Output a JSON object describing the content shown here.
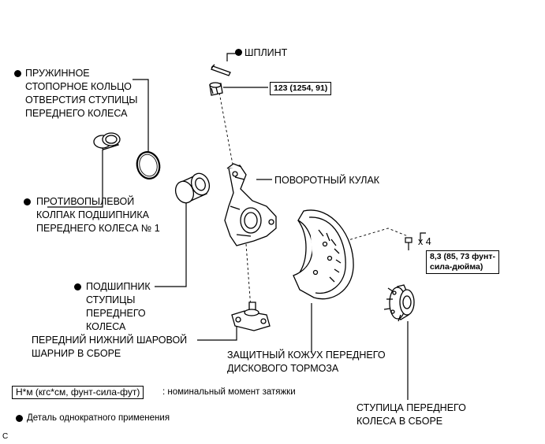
{
  "parts": {
    "cotter_pin": "ШПЛИНТ",
    "snap_ring": [
      "ПРУЖИННОЕ",
      "СТОПОРНОЕ КОЛЬЦО",
      "ОТВЕРСТИЯ СТУПИЦЫ",
      "ПЕРЕДНЕГО КОЛЕСА"
    ],
    "dust_cover": [
      "ПРОТИВОПЫЛЕВОЙ",
      "КОЛПАК ПОДШИПНИКА",
      "ПЕРЕДНЕГО КОЛЕСА № 1"
    ],
    "knuckle": "ПОВОРОТНЫЙ КУЛАК",
    "bearing": [
      "ПОДШИПНИК",
      "СТУПИЦЫ",
      "ПЕРЕДНЕГО",
      "КОЛЕСА"
    ],
    "ball_joint": [
      "ПЕРЕДНИЙ НИЖНИЙ ШАРОВОЙ",
      "ШАРНИР В СБОРЕ"
    ],
    "dust_shield": [
      "ЗАЩИТНЫЙ КОЖУХ ПЕРЕДНЕГО",
      "ДИСКОВОГО ТОРМОЗА"
    ],
    "hub": [
      "СТУПИЦА ПЕРЕДНЕГО",
      "КОЛЕСА В СБОРЕ"
    ]
  },
  "torque": {
    "nut": "123 (1254, 91)",
    "bolt": [
      "8,3 (85, 73 фунт-",
      "сила-дюйма)"
    ],
    "bolt_count": "x 4"
  },
  "legend": {
    "torque_units": "Н*м (кгс*см, фунт-сила-фут)",
    "torque_desc": ": номинальный момент затяжки",
    "non_reusable": "Деталь однократного применения"
  },
  "corner_letter": "C"
}
